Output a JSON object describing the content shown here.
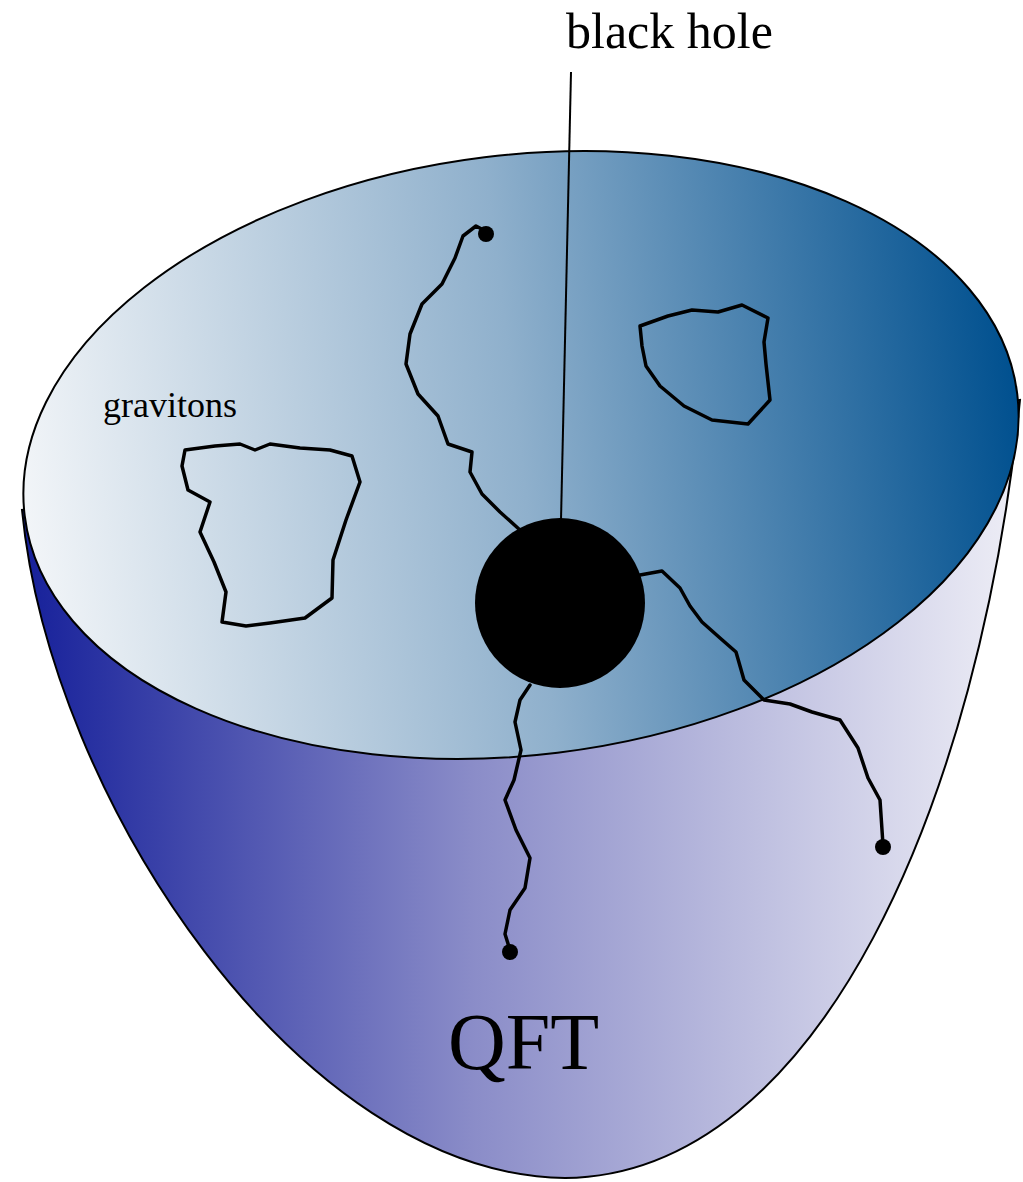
{
  "diagram": {
    "labels": [
      "black hole",
      "gravitons",
      "QFT"
    ]
  }
}
